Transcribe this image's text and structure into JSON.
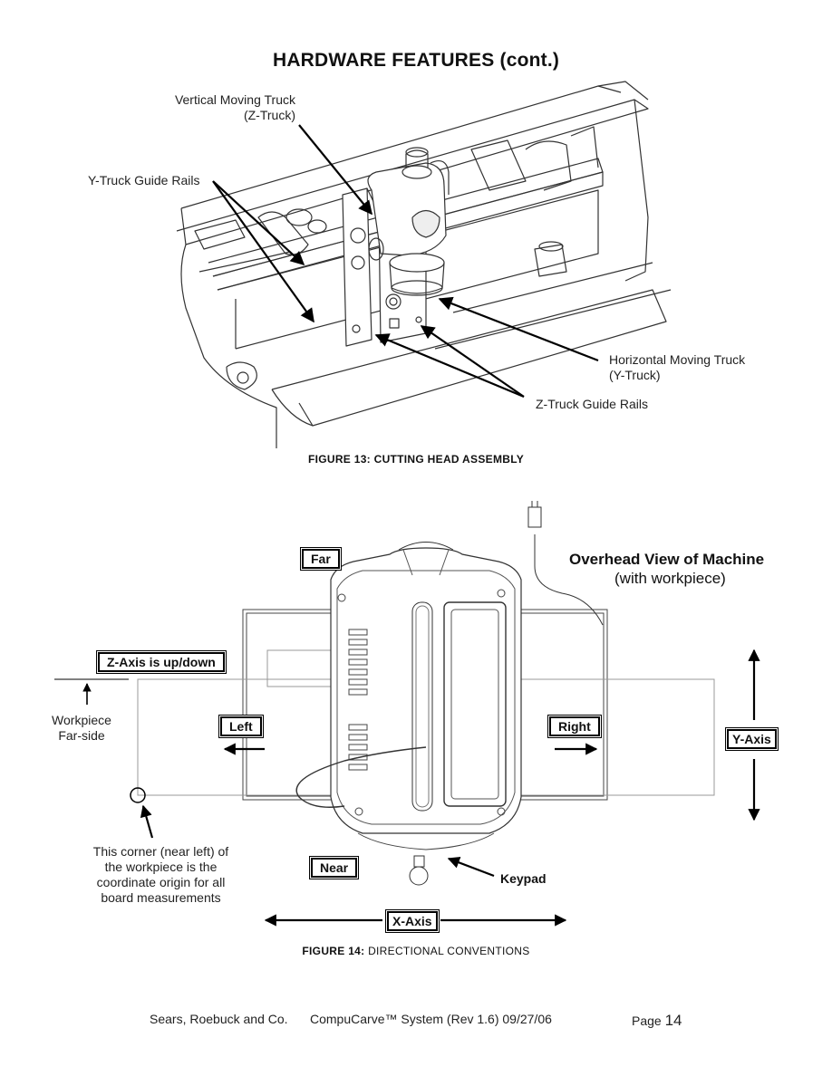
{
  "page": {
    "title": "HARDWARE FEATURES (cont.)",
    "footer": {
      "company": "Sears, Roebuck and Co.",
      "system": "CompuCarve™ System (Rev 1.6) 09/27/06",
      "page_label": "Page",
      "page_number": "14"
    }
  },
  "figure13": {
    "caption_label": "Figure 13:",
    "caption_text": "Cutting Head Assembly",
    "callouts": {
      "vertical_truck_line1": "Vertical Moving Truck",
      "vertical_truck_line2": "(Z-Truck)",
      "y_guide_rails": "Y-Truck Guide Rails",
      "horizontal_truck_line1": "Horizontal Moving Truck",
      "horizontal_truck_line2": "(Y-Truck)",
      "z_guide_rails": "Z-Truck Guide Rails"
    }
  },
  "figure14": {
    "caption_label": "Figure 14:",
    "caption_text": "Directional Conventions",
    "overhead_title": "Overhead View of Machine",
    "overhead_subtitle": "(with workpiece)",
    "labels": {
      "far": "Far",
      "near": "Near",
      "left": "Left",
      "right": "Right",
      "z_axis": "Z-Axis is up/down",
      "y_axis": "Y-Axis",
      "x_axis": "X-Axis",
      "keypad": "Keypad",
      "workpiece_line1": "Workpiece",
      "workpiece_line2": "Far-side",
      "origin_line1": "This corner (near left) of",
      "origin_line2": "the workpiece is the",
      "origin_line3": "coordinate origin for all",
      "origin_line4": "board measurements"
    }
  }
}
